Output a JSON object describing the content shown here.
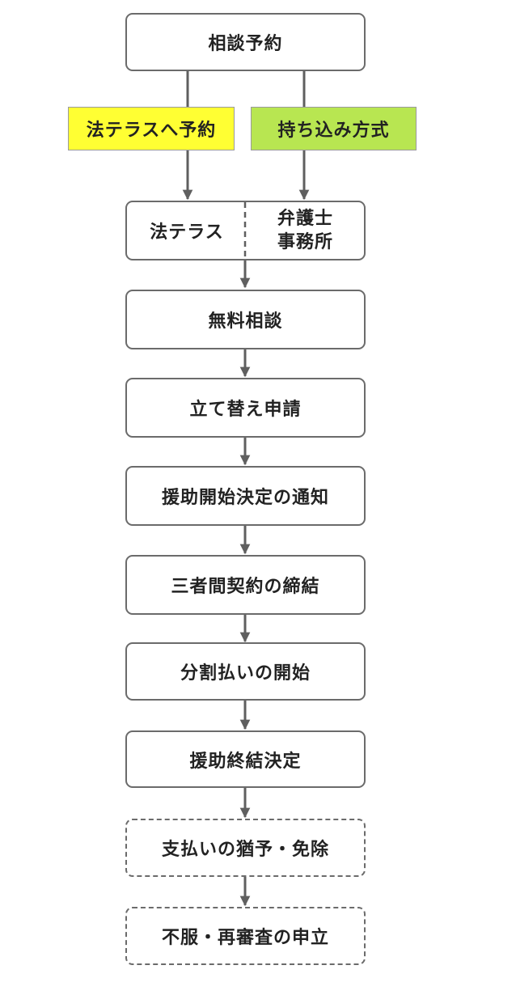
{
  "title": "相談予約",
  "branches": [
    {
      "label": "法テラスへ予約",
      "color": "#ffff33"
    },
    {
      "label": "持ち込み方式",
      "color": "#b8e651"
    }
  ],
  "split_box": {
    "left": "法テラス",
    "right_line1": "弁護士",
    "right_line2": "事務所"
  },
  "steps": [
    {
      "label": "無料相談",
      "style": "solid"
    },
    {
      "label": "立て替え申請",
      "style": "solid"
    },
    {
      "label": "援助開始決定の通知",
      "style": "solid"
    },
    {
      "label": "三者間契約の締結",
      "style": "solid"
    },
    {
      "label": "分割払いの開始",
      "style": "solid"
    },
    {
      "label": "援助終結決定",
      "style": "solid"
    },
    {
      "label": "支払いの猶予・免除",
      "style": "dashed"
    },
    {
      "label": "不服・再審査の申立",
      "style": "dashed"
    }
  ],
  "colors": {
    "line": "#5f5f5f",
    "border": "#6b6b6b"
  }
}
